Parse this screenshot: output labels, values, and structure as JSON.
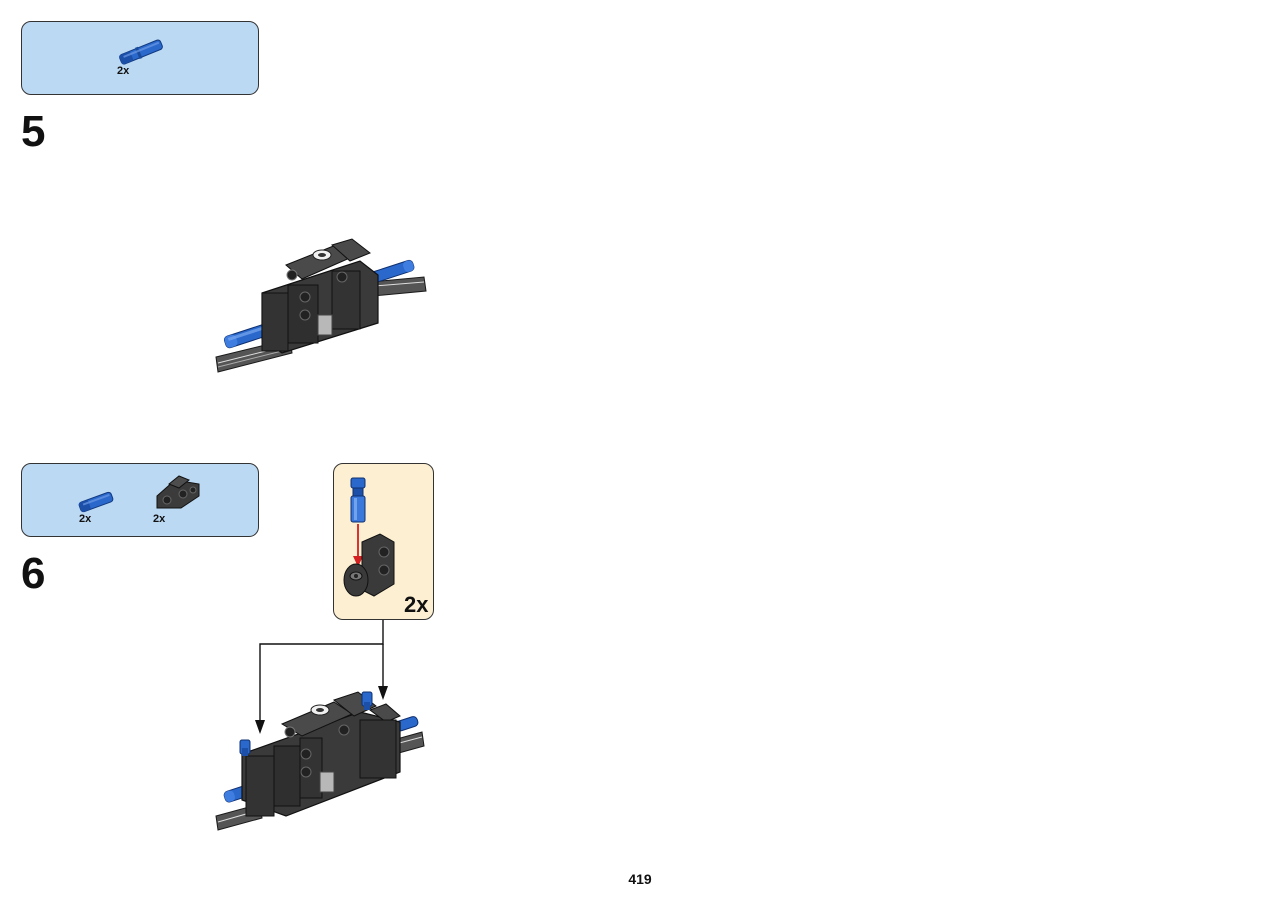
{
  "steps": [
    {
      "number": "5",
      "parts": [
        {
          "name": "blue-axle-pin",
          "qty": "2x"
        }
      ]
    },
    {
      "number": "6",
      "parts": [
        {
          "name": "blue-axle-pin",
          "qty": "2x"
        },
        {
          "name": "dark-gray-beam-connector",
          "qty": "2x"
        }
      ],
      "callout": {
        "qty": "2x"
      }
    }
  ],
  "page_number": "419",
  "colors": {
    "parts_box": "#bcd9f3",
    "callout_box": "#fdf0d2",
    "brick_dark": "#3a3a3a",
    "pin_blue": "#1f5fc4",
    "arrow_red": "#d42020"
  }
}
